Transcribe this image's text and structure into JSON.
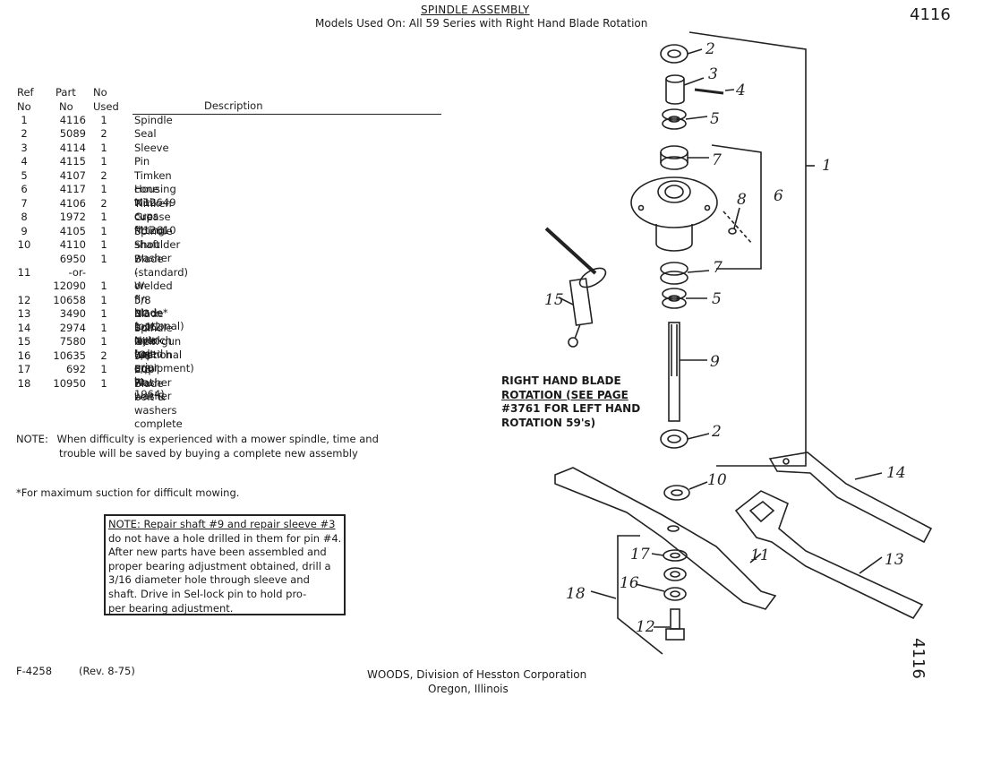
{
  "header": {
    "title": "SPINDLE ASSEMBLY",
    "models": "Models Used On:  All 59 Series with Right Hand Blade Rotation",
    "page_number": "4116",
    "page_number_rotated": "4116"
  },
  "table": {
    "columns": {
      "ref_line1": "Ref",
      "ref_line2": "No",
      "part_line1": "Part",
      "part_line2": "No",
      "used_line1": "No",
      "used_line2": "Used",
      "description": "Description"
    },
    "rows": [
      {
        "ref": "1",
        "part": "4116",
        "used": "1",
        "desc": "Spindle"
      },
      {
        "ref": "2",
        "part": "5089",
        "used": "2",
        "desc": "Seal"
      },
      {
        "ref": "3",
        "part": "4114",
        "used": "1",
        "desc": "Sleeve"
      },
      {
        "ref": "4",
        "part": "4115",
        "used": "1",
        "desc": "Pin"
      },
      {
        "ref": "5",
        "part": "4107",
        "used": "2",
        "desc": "Timken cone M12649"
      },
      {
        "ref": "6",
        "part": "4117",
        "used": "1",
        "desc": "Housing with cups"
      },
      {
        "ref": "7",
        "part": "4106",
        "used": "2",
        "desc": "Timken cup M12610"
      },
      {
        "ref": "8",
        "part": "1972",
        "used": "1",
        "desc": "Grease fitting"
      },
      {
        "ref": "9",
        "part": "4105",
        "used": "1",
        "desc": "Spindle shaft"
      },
      {
        "ref": "10",
        "part": "4110",
        "used": "1",
        "desc": "Shoulder washer"
      },
      {
        "ref": "",
        "part": "6950",
        "used": "1",
        "desc": "Blade (standard)"
      },
      {
        "ref": "11",
        "part": "-or-",
        "used": "",
        "desc": "-or-"
      },
      {
        "ref": "",
        "part": "12090",
        "used": "1",
        "desc": "Welded fin blade* (optional)"
      },
      {
        "ref": "12",
        "part": "10658",
        "used": "1",
        "desc": "5/8 NC x 1-1/2 Nylok bolt"
      },
      {
        "ref": "13",
        "part": "3490",
        "used": "1",
        "desc": "Blade bolt wrench (used prior to 1964)"
      },
      {
        "ref": "14",
        "part": "2974",
        "used": "1",
        "desc": "Spindle lock wrench"
      },
      {
        "ref": "15",
        "part": "7580",
        "used": "1",
        "desc": "Oil K gun  (Optional equipment)"
      },
      {
        "ref": "16",
        "part": "10635",
        "used": "2",
        "desc": "5/8 Cup washer"
      },
      {
        "ref": "17",
        "part": "692",
        "used": "1",
        "desc": "5/8 Flat washer"
      },
      {
        "ref": "18",
        "part": "10950",
        "used": "1",
        "desc": "Blade bolt & washers complete"
      }
    ]
  },
  "note": {
    "label": "NOTE:",
    "line1": "When difficulty is experienced with a mower spindle, time and",
    "line2": "trouble will be saved by buying a complete new assembly"
  },
  "footnote": "*For maximum suction for difficult mowing.",
  "box_note": {
    "lines": [
      "NOTE:  Repair shaft #9 and repair sleeve #3",
      "do not have a hole drilled in them for pin #4.",
      "After new parts have been assembled and",
      "proper bearing adjustment obtained, drill a",
      "3/16 diameter hole through sleeve and",
      "shaft.  Drive in Sel-lock pin to hold pro-",
      "per bearing adjustment."
    ]
  },
  "rotation_note": {
    "lines": [
      "RIGHT HAND BLADE",
      "ROTATION (SEE PAGE",
      "#3761 FOR LEFT HAND",
      "ROTATION 59's)"
    ]
  },
  "diagram_labels": {
    "l1": "1",
    "l2a": "2",
    "l2b": "2",
    "l3": "3",
    "l4": "4",
    "l5a": "5",
    "l5b": "5",
    "l6": "6",
    "l7a": "7",
    "l7b": "7",
    "l8": "8",
    "l9": "9",
    "l10": "10",
    "l11": "11",
    "l12": "12",
    "l13": "13",
    "l14": "14",
    "l15": "15",
    "l16": "16",
    "l17": "17",
    "l18": "18"
  },
  "footer": {
    "form": "F-4258",
    "rev": "(Rev. 8-75)",
    "company": "WOODS,  Division of Hesston Corporation",
    "city": "Oregon,  Illinois"
  }
}
